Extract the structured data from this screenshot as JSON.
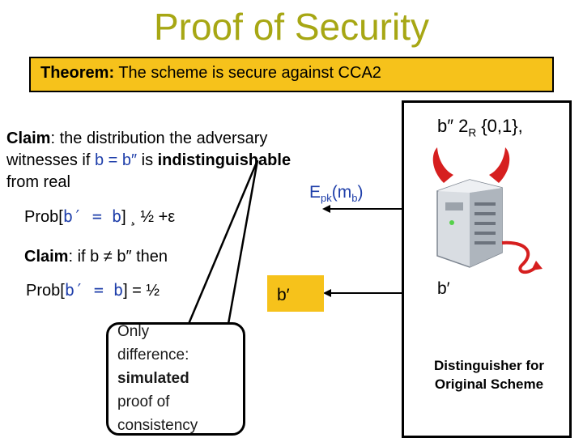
{
  "title": "Proof of Security",
  "theorem": {
    "label": "Theorem:",
    "text": " The scheme is secure against CCA2"
  },
  "claim1": {
    "label": "Claim",
    "text_a": ": the distribution the adversary witnesses if ",
    "cond": "b = b″",
    "text_b": " is ",
    "bold": "indistinguishable",
    "text_c": " from real"
  },
  "prob1": {
    "prefix": "Prob[",
    "expr": "b′ = b",
    "suffix": "] ¸ ½ +ε"
  },
  "claim2": {
    "label": "Claim",
    "text": ": if b ≠ b″ then"
  },
  "prob2": {
    "prefix": "Prob[",
    "expr": "b′ = b",
    "suffix": "] = ½"
  },
  "callout": {
    "line1": "Only",
    "line2": "difference:",
    "line3_bold": "simulated",
    "line4": "proof of",
    "line5": "consistency"
  },
  "right": {
    "b_var": "b″ 2",
    "b_sub": "R",
    "b_set": " {0,1},",
    "epk_base": "E",
    "epk_sub": "pk",
    "epk_arg_open": "(m",
    "epk_arg_sub": "b",
    "epk_arg_close": ")",
    "bprime_left": "b′",
    "bprime_right": "b′",
    "distinguisher_line1": "Distinguisher for",
    "distinguisher_line2": "Original Scheme"
  },
  "colors": {
    "title": "#a7a714",
    "theorem_bg": "#f6c21b",
    "accent_blue": "#1f3faa",
    "devil_red": "#d61f1f"
  }
}
